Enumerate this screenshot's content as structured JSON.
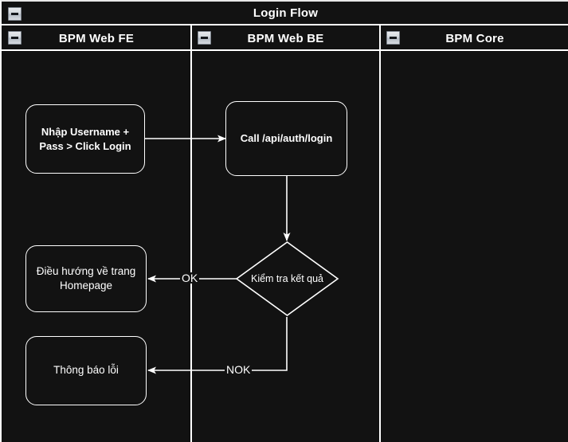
{
  "pool": {
    "title": "Login Flow",
    "collapse_icon": "minus-box-icon"
  },
  "lanes": [
    {
      "id": "fe",
      "label": "BPM Web FE",
      "collapse_icon": "minus-box-icon"
    },
    {
      "id": "be",
      "label": "BPM Web BE",
      "collapse_icon": "minus-box-icon"
    },
    {
      "id": "core",
      "label": "BPM Core",
      "collapse_icon": "minus-box-icon"
    }
  ],
  "nodes": {
    "login_input": "Nhập Username +\nPass > Click Login",
    "login_input_line1": "Nhập Username +",
    "login_input_line2": "Pass > Click Login",
    "call_api": "Call /api/auth/login",
    "check_result": "Kiểm tra kết quả",
    "redirect_home_line1": "Điều hướng về trang",
    "redirect_home_line2": "Homepage",
    "error_notice": "Thông báo lỗi"
  },
  "edge_labels": {
    "ok": "OK",
    "nok": "NOK"
  },
  "colors": {
    "background": "#121212",
    "stroke": "#ffffff",
    "text": "#ffffff",
    "button_face": "#d3d8de"
  }
}
